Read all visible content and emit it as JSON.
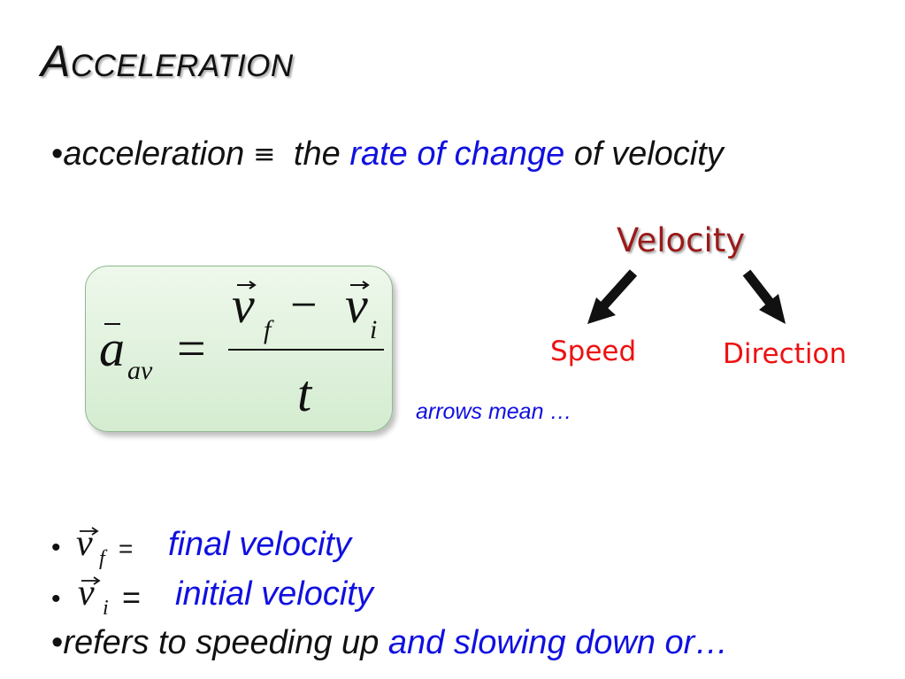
{
  "slide": {
    "title": "Acceleration",
    "definition": {
      "bullet": "•",
      "term": "acceleration",
      "equiv_symbol": "≡",
      "part_a": " the ",
      "highlight": "rate of change",
      "part_b": " of velocity"
    },
    "formula": {
      "lhs_symbol": "a",
      "lhs_subscript": "av",
      "equals": "=",
      "num_v1": "v",
      "num_sub1": "f",
      "minus": "−",
      "num_v2": "v",
      "num_sub2": "i",
      "denominator": "t"
    },
    "velocity_diagram": {
      "root": "Velocity",
      "left_child": "Speed",
      "right_child": "Direction"
    },
    "arrows_note": "arrows mean …",
    "final_velocity": {
      "bullet": "•",
      "symbol": "v",
      "subscript": "f",
      "equals": "=",
      "description": "final velocity"
    },
    "initial_velocity": {
      "bullet": "•",
      "symbol": "v",
      "subscript": "i",
      "equals": "=",
      "description": "initial velocity"
    },
    "refers": {
      "bullet": "•",
      "black_part": "refers to speeding up ",
      "blue_part": "and slowing down or…"
    },
    "colors": {
      "blue_text": "#1010e0",
      "velocity_title": "#9b1a1a",
      "child_labels": "#ee1111",
      "formula_box": "#d4ecd0"
    }
  }
}
